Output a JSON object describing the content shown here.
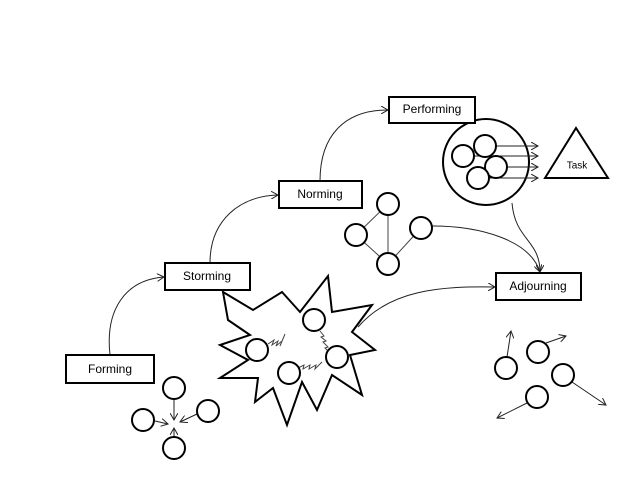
{
  "title": "Tuckman's stages of group development",
  "stages": [
    {
      "id": "forming",
      "label": "Forming"
    },
    {
      "id": "storming",
      "label": "Storming"
    },
    {
      "id": "norming",
      "label": "Norming"
    },
    {
      "id": "performing",
      "label": "Performing"
    },
    {
      "id": "adjourning",
      "label": "Adjourning"
    }
  ],
  "task": {
    "label": "Task"
  },
  "colors": {
    "stroke": "#000000",
    "background": "#ffffff"
  }
}
